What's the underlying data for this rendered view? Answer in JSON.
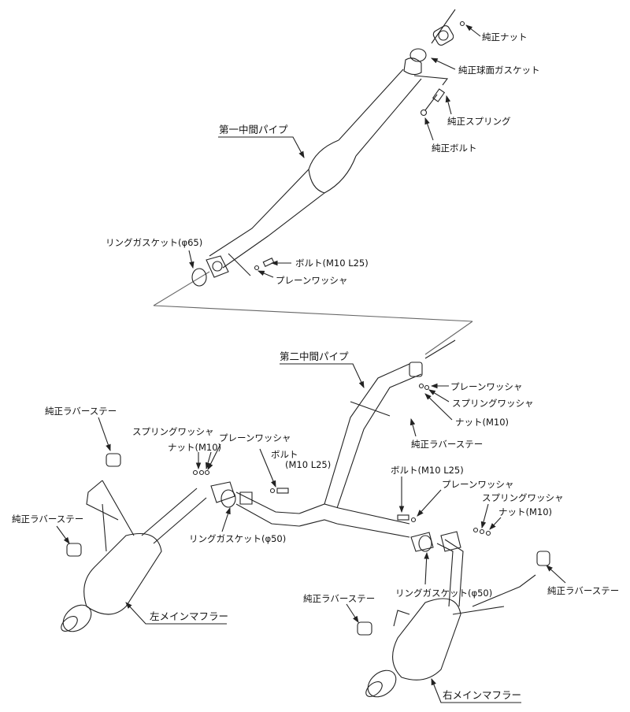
{
  "upper": {
    "genuine_nut": "純正ナット",
    "genuine_spherical_gasket": "純正球面ガスケット",
    "genuine_spring": "純正スプリング",
    "genuine_bolt": "純正ボルト",
    "first_center_pipe": "第一中間パイプ",
    "ring_gasket_65": "リングガスケット(φ65)",
    "bolt_m10_l25": "ボルト(M10 L25)",
    "plain_washer": "プレーンワッシャ"
  },
  "lower": {
    "second_center_pipe": "第二中間パイプ",
    "right_top_plain_washer": "プレーンワッシャ",
    "right_top_spring_washer": "スプリングワッシャ",
    "right_top_nut": "ナット(M10)",
    "right_top_rubber_stay": "純正ラバーステー",
    "left_rubber_stay_top": "純正ラバーステー",
    "left_spring_washer": "スプリングワッシャ",
    "left_plain_washer": "プレーンワッシャ",
    "left_nut": "ナット(M10)",
    "center_bolt_line1": "ボルト",
    "center_bolt_line2": "(M10 L25)",
    "right_bolt": "ボルト(M10 L25)",
    "right_plain_washer": "プレーンワッシャ",
    "right_spring_washer": "スプリングワッシャ",
    "right_nut": "ナット(M10)",
    "left_rubber_stay_bottom": "純正ラバーステー",
    "left_ring_gasket_50": "リングガスケット(φ50)",
    "right_ring_gasket_50": "リングガスケット(φ50)",
    "left_main_muffler": "左メインマフラー",
    "right_rubber_stay_left": "純正ラバーステー",
    "right_rubber_stay_right": "純正ラバーステー",
    "right_main_muffler": "右メインマフラー"
  }
}
